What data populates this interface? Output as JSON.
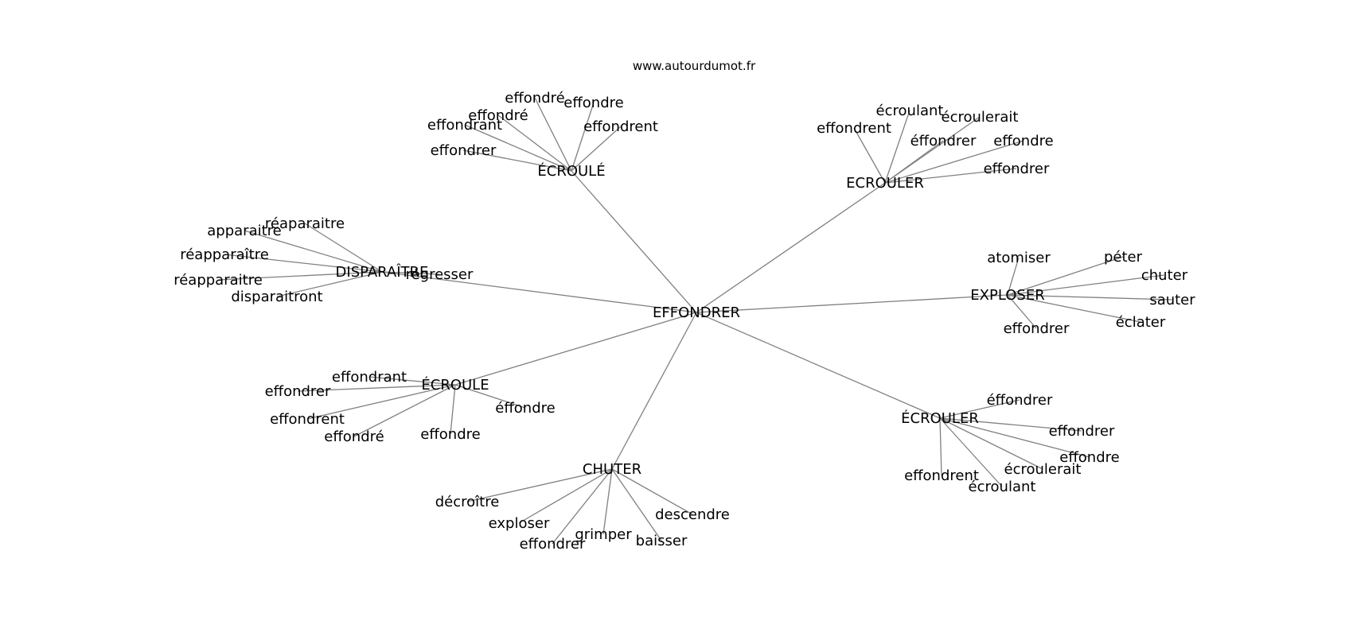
{
  "source": "www.autourdumot.fr",
  "colors": {
    "edge": "#808080",
    "text": "#000000",
    "background": "#ffffff"
  },
  "center": {
    "label": "EFFONDRER"
  },
  "clusters": [
    {
      "label": "ÉCROULÉ",
      "leaves": [
        "effondré",
        "effondre",
        "effondré",
        "effondrant",
        "effondrent",
        "effondrer"
      ]
    },
    {
      "label": "ECROULER",
      "leaves": [
        "écroulant",
        "écroulerait",
        "effondrent",
        "éffondrer",
        "effondre",
        "effondrer"
      ]
    },
    {
      "label": "DISPARAÎTRE",
      "leaves": [
        "réaparaitre",
        "apparaitre",
        "réapparaître",
        "réapparaitre",
        "disparaitront",
        "régresser"
      ]
    },
    {
      "label": "EXPLOSER",
      "leaves": [
        "atomiser",
        "péter",
        "chuter",
        "sauter",
        "éclater",
        "effondrer"
      ]
    },
    {
      "label": "ÉCROULE",
      "leaves": [
        "effondrant",
        "effondrer",
        "éffondre",
        "effondrent",
        "effondré",
        "effondre"
      ]
    },
    {
      "label": "ÉCROULER",
      "leaves": [
        "éffondrer",
        "effondrer",
        "effondre",
        "écroulerait",
        "écroulant",
        "effondrent"
      ]
    },
    {
      "label": "CHUTER",
      "leaves": [
        "décroître",
        "exploser",
        "effondrer",
        "grimper",
        "baisser",
        "descendre"
      ]
    }
  ]
}
